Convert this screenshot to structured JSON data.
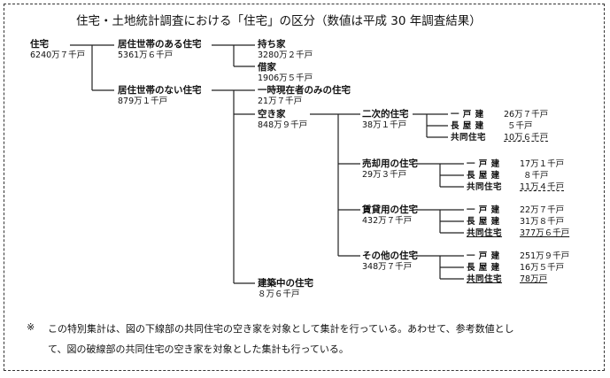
{
  "title": "住宅・土地統計調査における「住宅」の区分（数値は平成 30 年調査結果）",
  "nodes": {
    "housing": {
      "label": "住宅",
      "value": "6240万７千戸"
    },
    "with_household": {
      "label": "居住世帯のある住宅",
      "value": "5361万６千戸"
    },
    "owned": {
      "label": "持ち家",
      "value": "3280万２千戸"
    },
    "rented": {
      "label": "借家",
      "value": "1906万５千戸"
    },
    "without_household": {
      "label": "居住世帯のない住宅",
      "value": "879万１千戸"
    },
    "temporary": {
      "label": "一時現在者のみの住宅",
      "value": "21万７千戸"
    },
    "vacant": {
      "label": "空き家",
      "value": "848万９千戸"
    },
    "under_construction": {
      "label": "建築中の住宅",
      "value": "８万６千戸"
    },
    "secondary": {
      "label": "二次的住宅",
      "value": "38万１千戸"
    },
    "for_sale": {
      "label": "売却用の住宅",
      "value": "29万３千戸"
    },
    "for_rent": {
      "label": "賃貸用の住宅",
      "value": "432万７千戸"
    },
    "other": {
      "label": "その他の住宅",
      "value": "348万７千戸"
    }
  },
  "breakdowns": {
    "secondary": [
      {
        "label": "一 戸 建",
        "value": "26万７千戸"
      },
      {
        "label": "長 屋 建",
        "value": "５千戸"
      },
      {
        "label": "共同住宅",
        "value": "10万６千戸"
      }
    ],
    "for_sale": [
      {
        "label": "一 戸 建",
        "value": "17万１千戸"
      },
      {
        "label": "長 屋 建",
        "value": "８千戸"
      },
      {
        "label": "共同住宅",
        "value": "11万４千戸"
      }
    ],
    "for_rent": [
      {
        "label": "一 戸 建",
        "value": "22万７千戸"
      },
      {
        "label": "長 屋 建",
        "value": "31万８千戸"
      },
      {
        "label": "共同住宅",
        "value": "377万６千戸"
      }
    ],
    "other": [
      {
        "label": "一 戸 建",
        "value": "251万９千戸"
      },
      {
        "label": "長 屋 建",
        "value": "16万５千戸"
      },
      {
        "label": "共同住宅",
        "value": "78万戸"
      }
    ]
  },
  "note": {
    "mark": "※",
    "line1": "この特別集計は、図の下線部の共同住宅の空き家を対象として集計を行っている。あわせて、参考数値とし",
    "line2": "て、図の破線部の共同住宅の空き家を対象とした集計も行っている。"
  }
}
